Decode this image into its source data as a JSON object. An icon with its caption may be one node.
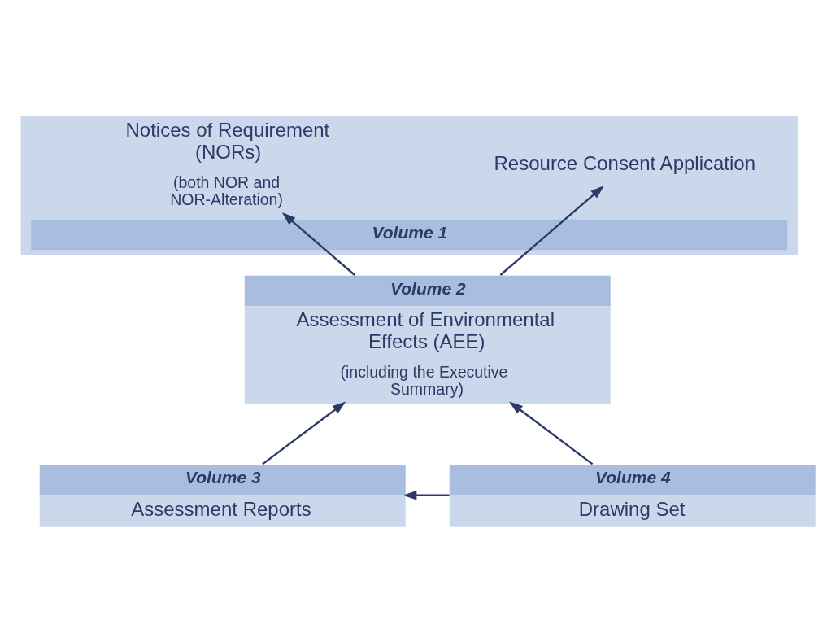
{
  "diagram": {
    "nodes": [
      {
        "text": [
          "Volume 1"
        ]
      },
      {
        "text": [
          "Resource Consent Application"
        ],
        "in": 0
      },
      {
        "text": [
          "Notices of Requirement (NORs)",
          "(both NOR and NOR-Alteration)"
        ],
        "in": 0
      },
      {
        "text": [
          "Volume 2",
          "Assessment of Environmental Effects (AEE)",
          "(including the Executive Summary)"
        ]
      },
      {
        "text": [
          "Volume 3",
          "Assessment Reports"
        ]
      },
      {
        "text": [
          "Volume 4",
          "Drawing Set"
        ]
      }
    ],
    "edges": [
      {
        "from": 3,
        "to": 1,
        "arrow": "to"
      },
      {
        "from": 3,
        "to": 2,
        "arrow": "to"
      },
      {
        "from": 4,
        "to": 3,
        "arrow": "to"
      },
      {
        "from": 5,
        "to": 3,
        "arrow": "to"
      },
      {
        "from": 5,
        "to": 4,
        "arrow": "to"
      }
    ]
  }
}
